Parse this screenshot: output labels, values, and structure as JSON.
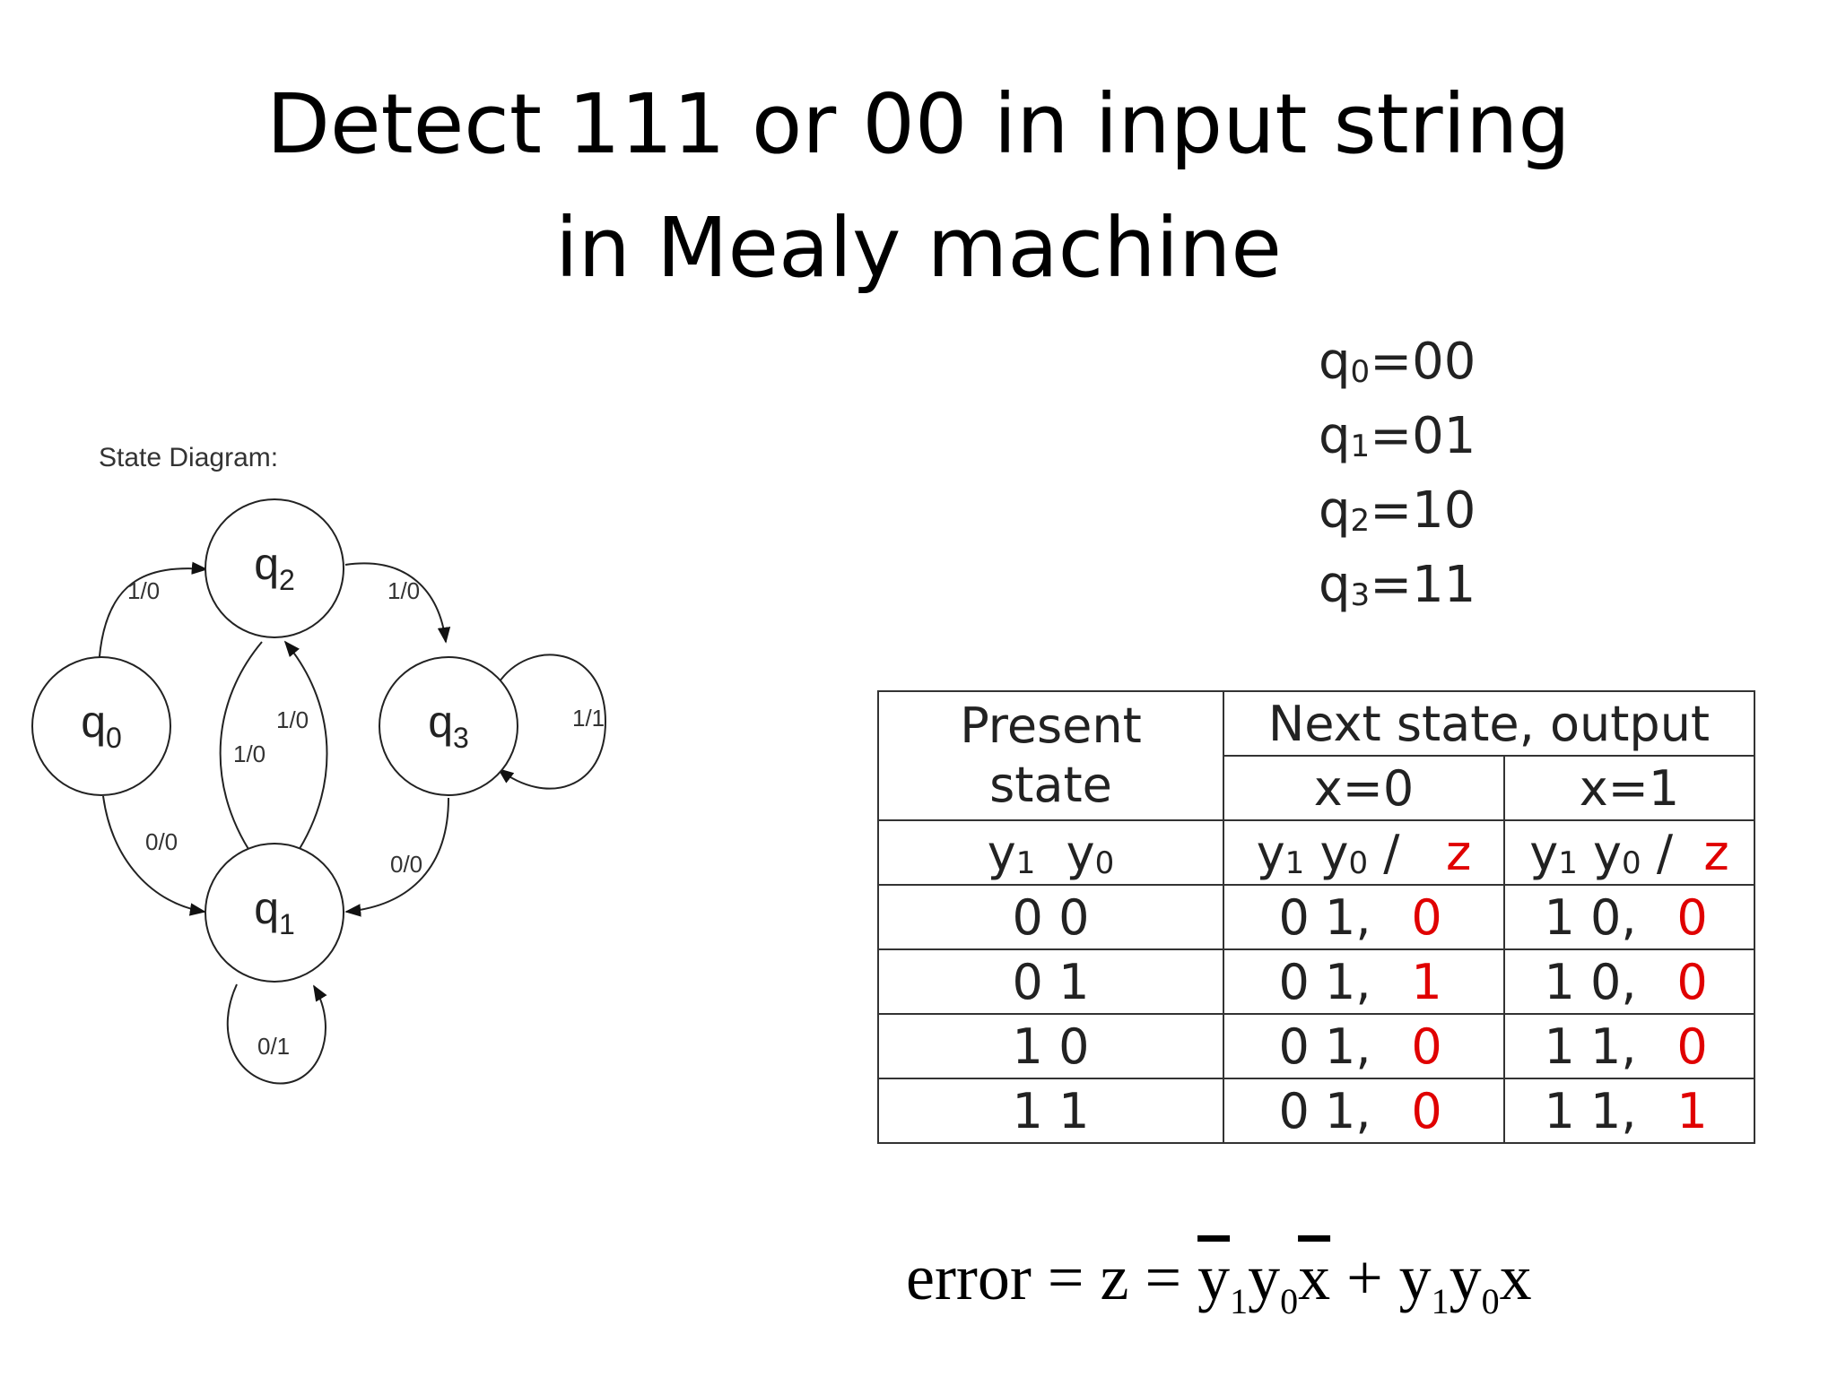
{
  "title": {
    "line1": "Detect 111 or 00 in input string",
    "line2": "in Mealy machine"
  },
  "diagram": {
    "heading": "State Diagram:",
    "states": [
      {
        "id": "q0",
        "letter": "q",
        "index": "0"
      },
      {
        "id": "q1",
        "letter": "q",
        "index": "1"
      },
      {
        "id": "q2",
        "letter": "q",
        "index": "2"
      },
      {
        "id": "q3",
        "letter": "q",
        "index": "3"
      }
    ],
    "transitions": [
      {
        "from": "q0",
        "to": "q2",
        "label": "1/0"
      },
      {
        "from": "q0",
        "to": "q1",
        "label": "0/0"
      },
      {
        "from": "q2",
        "to": "q3",
        "label": "1/0"
      },
      {
        "from": "q2",
        "to": "q1",
        "label": "1/0"
      },
      {
        "from": "q1",
        "to": "q2",
        "label": "1/0"
      },
      {
        "from": "q3",
        "to": "q3",
        "label": "1/1"
      },
      {
        "from": "q3",
        "to": "q1",
        "label": "0/0"
      },
      {
        "from": "q1",
        "to": "q1",
        "label": "0/1"
      }
    ]
  },
  "encodings": [
    {
      "state": "q",
      "index": "0",
      "code": "=00"
    },
    {
      "state": "q",
      "index": "1",
      "code": "=01"
    },
    {
      "state": "q",
      "index": "2",
      "code": "=10"
    },
    {
      "state": "q",
      "index": "3",
      "code": "=11"
    }
  ],
  "table": {
    "present_header": "Present state",
    "next_header": "Next state, output",
    "x0_header": "x=0",
    "x1_header": "x=1",
    "rows": [
      {
        "present": "0 0",
        "x0_next": "0 1,",
        "x0_z": "0",
        "x1_next": "1 0,",
        "x1_z": "0"
      },
      {
        "present": "0 1",
        "x0_next": "0 1,",
        "x0_z": "1",
        "x1_next": "1 0,",
        "x1_z": "0"
      },
      {
        "present": "1 0",
        "x0_next": "0 1,",
        "x0_z": "0",
        "x1_next": "1 1,",
        "x1_z": "0"
      },
      {
        "present": "1 1",
        "x0_next": "0 1,",
        "x0_z": "0",
        "x1_next": "1 1,",
        "x1_z": "1"
      }
    ]
  },
  "equation": {
    "lhs": "error = z = ",
    "plus": " + "
  },
  "colors": {
    "output_highlight": "#e00000"
  }
}
